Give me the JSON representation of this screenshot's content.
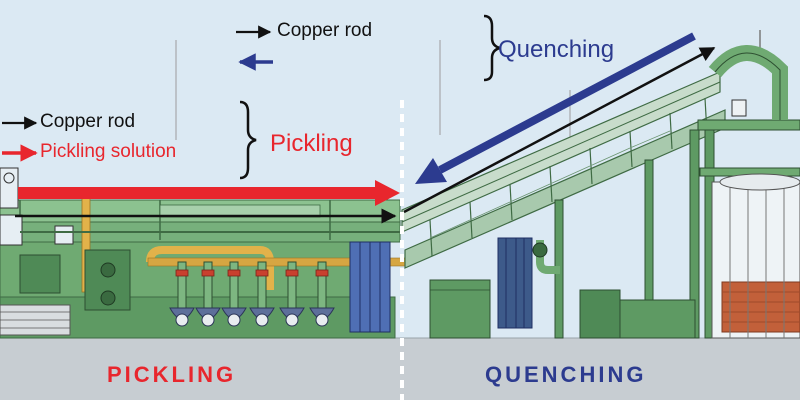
{
  "legend_top": {
    "copper_rod": "Copper rod"
  },
  "legend_left": {
    "copper_rod": "Copper rod",
    "pickling_solution": "Pickling solution"
  },
  "labels": {
    "pickling_bracket": "Pickling",
    "quenching_bracket": "Quenching",
    "floor_pickling": "PICKLING",
    "floor_quenching": "QUENCHING"
  },
  "colors": {
    "background": "#dbe9f3",
    "floor": "#c7cdd2",
    "machinery": "#6faa72",
    "piping_yellow": "#e2b24a",
    "red_flow": "#e8262d",
    "blue_flow": "#2c3b8f",
    "black_flow": "#111111",
    "copper_coils": "#c2603a"
  }
}
